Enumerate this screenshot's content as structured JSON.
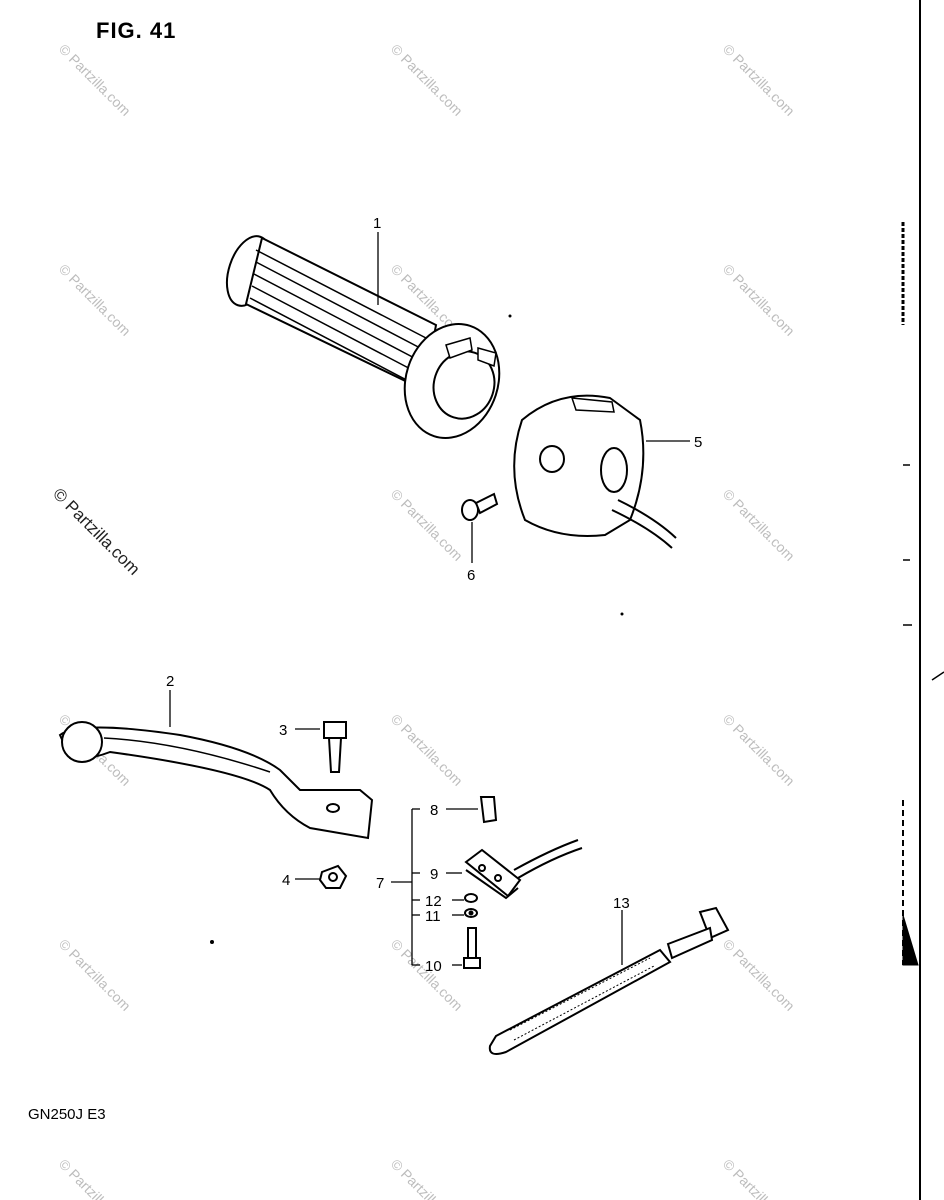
{
  "figure": {
    "title": "FIG. 41",
    "model_code": "GN250J E3"
  },
  "watermark": {
    "text": "© Partzilla.com"
  },
  "callouts": [
    {
      "id": "callout-1",
      "number": "1",
      "part": "grip"
    },
    {
      "id": "callout-2",
      "number": "2",
      "part": "lever"
    },
    {
      "id": "callout-3",
      "number": "3",
      "part": "bolt"
    },
    {
      "id": "callout-4",
      "number": "4",
      "part": "nut"
    },
    {
      "id": "callout-5",
      "number": "5",
      "part": "switch-housing"
    },
    {
      "id": "callout-6",
      "number": "6",
      "part": "screw"
    },
    {
      "id": "callout-7",
      "number": "7",
      "part": "switch-assembly"
    },
    {
      "id": "callout-8",
      "number": "8",
      "part": "cable-end"
    },
    {
      "id": "callout-9",
      "number": "9",
      "part": "switch"
    },
    {
      "id": "callout-10",
      "number": "10",
      "part": "screw"
    },
    {
      "id": "callout-11",
      "number": "11",
      "part": "washer"
    },
    {
      "id": "callout-12",
      "number": "12",
      "part": "washer"
    },
    {
      "id": "callout-13",
      "number": "13",
      "part": "clamp-band"
    }
  ]
}
